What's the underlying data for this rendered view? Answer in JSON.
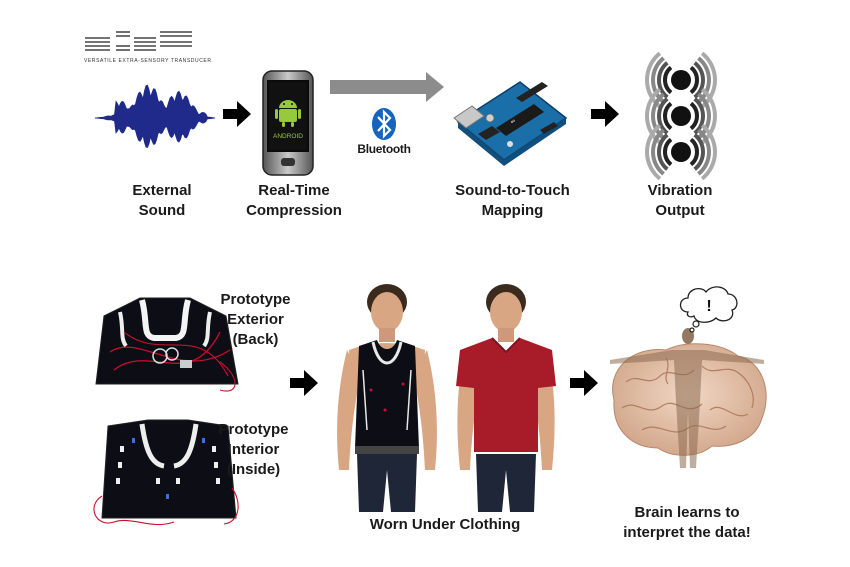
{
  "logo": {
    "tagline": "VERSATILE EXTRA-SENSORY TRANSDUCER"
  },
  "pipeline": {
    "steps": [
      {
        "label": "External\nSound"
      },
      {
        "label": "Real-Time\nCompression"
      },
      {
        "label": "Sound-to-Touch\nMapping"
      },
      {
        "label": "Vibration\nOutput"
      }
    ],
    "phone_brand": "ANDROID",
    "bluetooth_label": "Bluetooth"
  },
  "prototype": {
    "exterior_label": "Prototype\nExterior\n(Back)",
    "interior_label": "Prototype\nInterior\n(Inside)",
    "worn_label": "Worn Under Clothing",
    "brain_label": "Brain learns to\ninterpret the data!",
    "thought_symbol": "!"
  },
  "colors": {
    "arrow": "#000000",
    "gray_arrow": "#8c8c8c",
    "waveform": "#1f2a8a",
    "bluetooth": "#1565c0",
    "vest": "#0d0d16",
    "shirt": "#a81c2a",
    "brain": "#e9c9b2"
  }
}
